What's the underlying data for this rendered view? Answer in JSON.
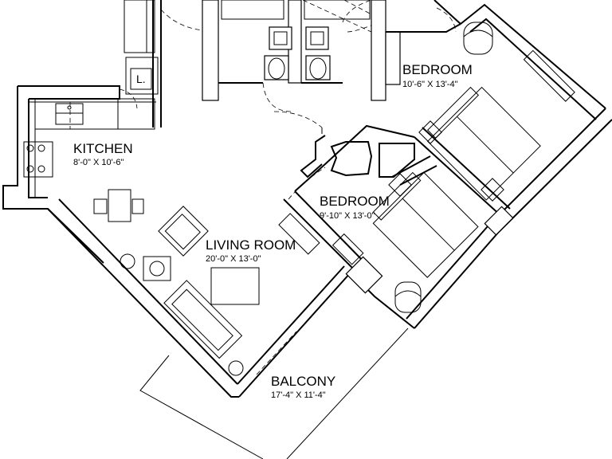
{
  "rooms": {
    "kitchen": {
      "name": "KITCHEN",
      "dimensions": "8'-0\" X 10'-6\""
    },
    "bedroom_1": {
      "name": "BEDROOM",
      "dimensions": "10'-6\" X 13'-4\""
    },
    "bedroom_2": {
      "name": "BEDROOM",
      "dimensions": "9'-10\" X 13'-0\""
    },
    "living_room": {
      "name": "LIVING ROOM",
      "dimensions": "20'-0\" X 13'-0\""
    },
    "balcony": {
      "name": "BALCONY",
      "dimensions": "17'-4\" X 11'-4\""
    }
  },
  "fixtures": {
    "laundry_label": "L."
  }
}
